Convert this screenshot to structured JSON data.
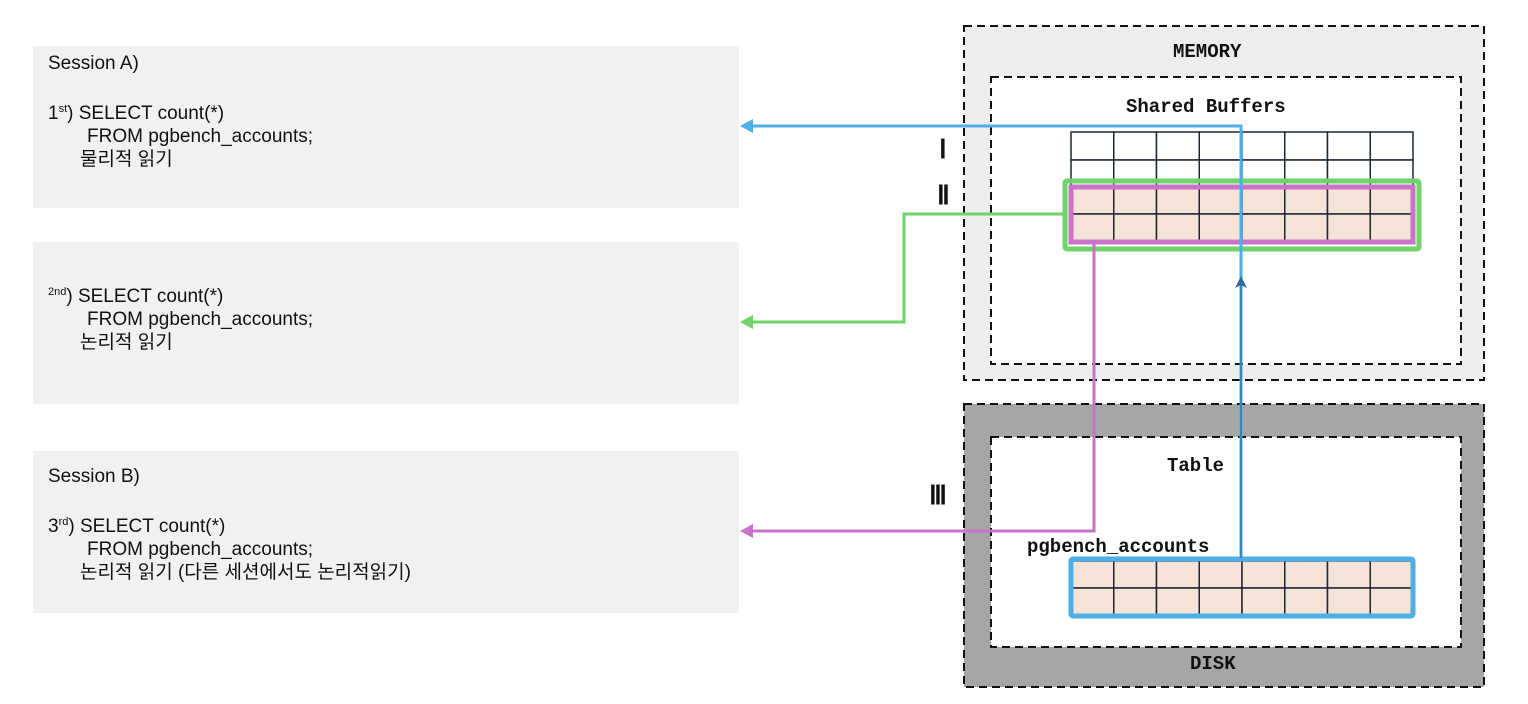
{
  "sessions": [
    {
      "id": "box-a",
      "header": "Session A)",
      "ordinal_num": "1",
      "ordinal_suffix": "st",
      "query_line1": ") SELECT count(*)",
      "query_line2": "FROM pgbench_accounts;",
      "read_type": "물리적 읽기"
    },
    {
      "id": "box-b",
      "header": "",
      "ordinal_num": "",
      "ordinal_suffix": "2nd",
      "query_line1": ") SELECT count(*)",
      "query_line2": "FROM pgbench_accounts;",
      "read_type": "논리적 읽기"
    },
    {
      "id": "box-c",
      "header": "Session B)",
      "ordinal_num": "3",
      "ordinal_suffix": "rd",
      "query_line1": ") SELECT count(*)",
      "query_line2": "FROM pgbench_accounts;",
      "read_type": "논리적 읽기 (다른 세션에서도 논리적읽기)"
    }
  ],
  "memory": {
    "title": "MEMORY",
    "shared_buffers_label": "Shared Buffers",
    "grid": {
      "columns": 8,
      "empty_rows": 2,
      "filled_rows": 2
    }
  },
  "disk": {
    "title": "DISK",
    "table_label": "Table",
    "table_name": "pgbench_accounts",
    "grid": {
      "columns": 8,
      "filled_rows": 2
    }
  },
  "steps": [
    {
      "numeral": "Ⅰ",
      "color": "#4eaee8",
      "meaning": "physical read: disk → shared buffers → session A"
    },
    {
      "numeral": "Ⅱ",
      "color": "#6fd36a",
      "meaning": "logical read from shared buffers → session A (2nd)"
    },
    {
      "numeral": "Ⅲ",
      "color": "#c872c8",
      "meaning": "logical read from shared buffers → session B"
    }
  ],
  "colors": {
    "session_bg": "#f1f1f1",
    "memory_bg": "#ededed",
    "disk_bg": "#a6a6a6",
    "cell_fill": "#f5e3d8",
    "grid_line": "#1c2733",
    "blue": "#4eaee8",
    "blue_arrow_head": "#2f6d99",
    "green": "#6fd36a",
    "pink": "#c872c8"
  }
}
